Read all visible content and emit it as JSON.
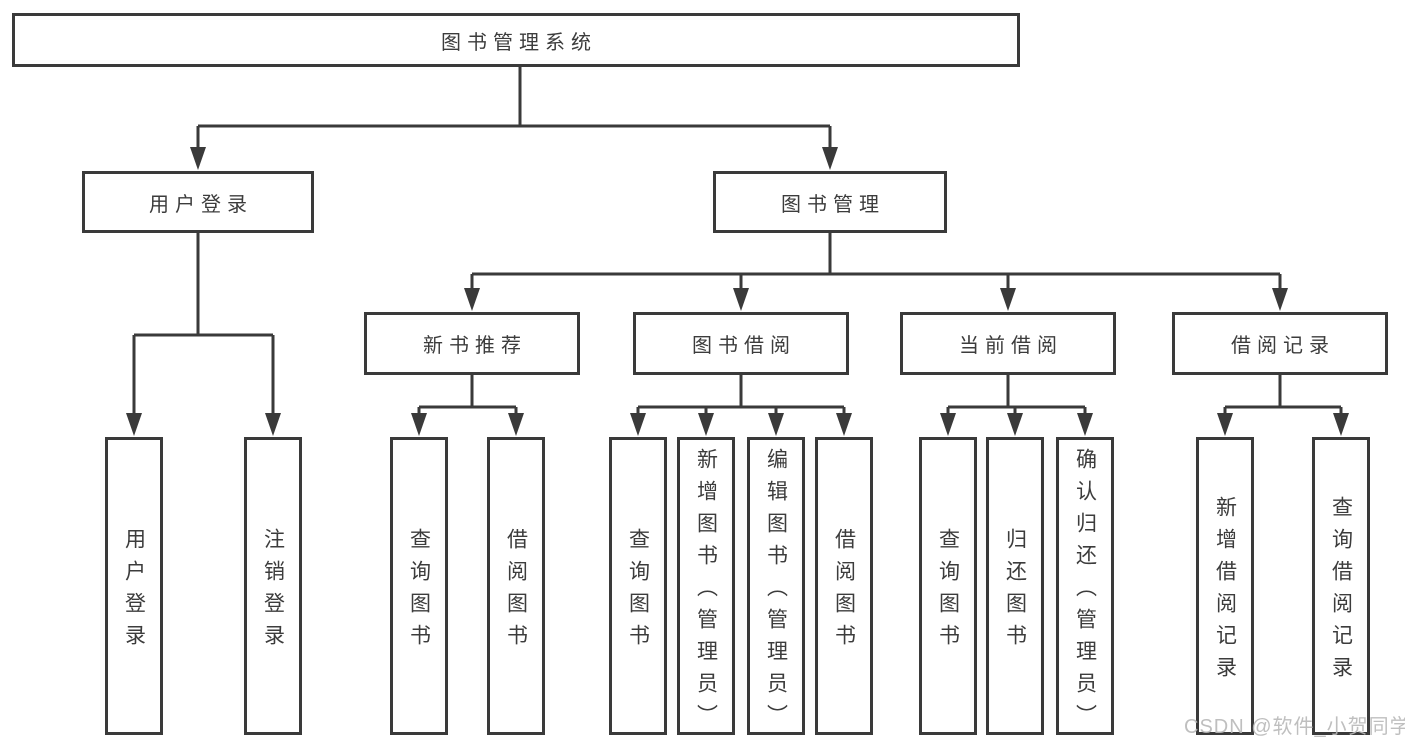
{
  "diagram_title": "图书管理系统",
  "tree": {
    "root": {
      "label": "图书管理系统"
    },
    "branches": [
      {
        "label": "用户登录",
        "children": [
          {
            "label": "用户登录"
          },
          {
            "label": "注销登录"
          }
        ]
      },
      {
        "label": "图书管理",
        "children": [
          {
            "label": "新书推荐",
            "children": [
              {
                "label": "查询图书"
              },
              {
                "label": "借阅图书"
              }
            ]
          },
          {
            "label": "图书借阅",
            "children": [
              {
                "label": "查询图书"
              },
              {
                "label": "新增图书（管理员）"
              },
              {
                "label": "编辑图书（管理员）"
              },
              {
                "label": "借阅图书"
              }
            ]
          },
          {
            "label": "当前借阅",
            "children": [
              {
                "label": "查询图书"
              },
              {
                "label": "归还图书"
              },
              {
                "label": "确认归还（管理员）"
              }
            ]
          },
          {
            "label": "借阅记录",
            "children": [
              {
                "label": "新增借阅记录"
              },
              {
                "label": "查询借阅记录"
              }
            ]
          }
        ]
      }
    ]
  },
  "watermark": {
    "text": "CSDN @软件_小贺同学"
  },
  "colors": {
    "line": "#3a3a3a",
    "box_border": "#3a3a3a",
    "text": "#3c3c3c",
    "background": "#ffffff",
    "watermark": "#b9b9b9"
  }
}
